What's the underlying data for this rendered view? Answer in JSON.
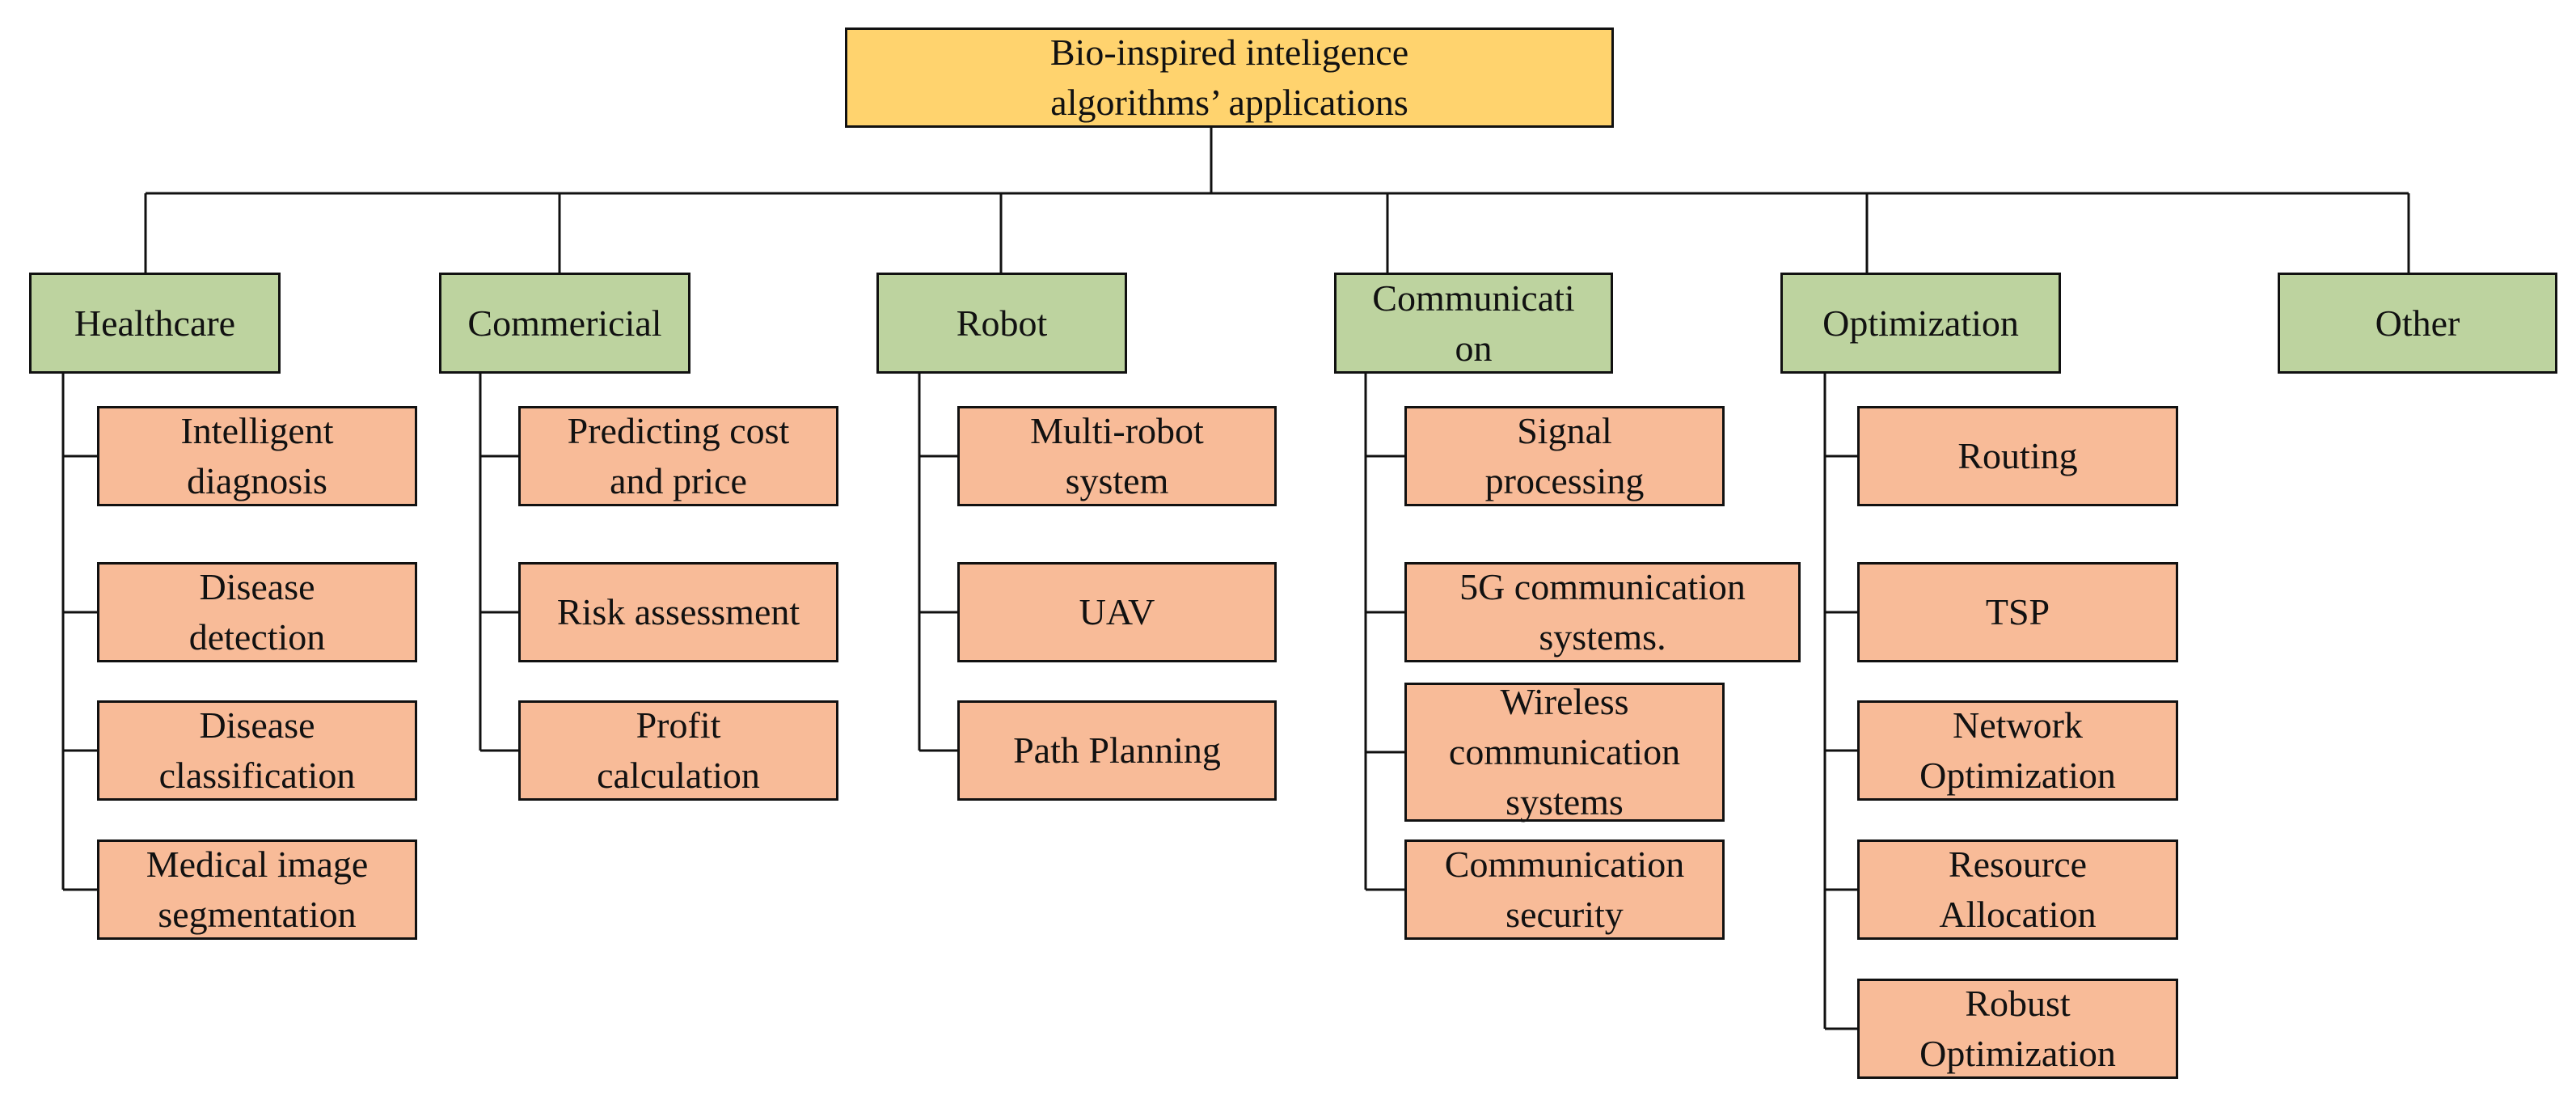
{
  "root": "Bio-inspired inteligence\nalgorithms’ applications",
  "colors": {
    "root": "#FFD36E",
    "category": "#BDD39F",
    "leaf": "#F8BB98",
    "line": "#111111"
  },
  "categories": [
    {
      "label": "Healthcare",
      "children": [
        "Intelligent\ndiagnosis",
        "Disease\ndetection",
        "Disease\nclassification",
        "Medical image\nsegmentation"
      ]
    },
    {
      "label": "Commericial",
      "children": [
        "Predicting cost\nand price",
        "Risk assessment",
        "Profit\ncalculation"
      ]
    },
    {
      "label": "Robot",
      "children": [
        "Multi-robot\nsystem",
        "UAV",
        "Path Planning"
      ]
    },
    {
      "label": "Communicati\non",
      "children": [
        "Signal\nprocessing",
        "5G communication\nsystems.",
        "Wireless\ncommunication\nsystems",
        "Communication\nsecurity"
      ]
    },
    {
      "label": "Optimization",
      "children": [
        "Routing",
        "TSP",
        "Network\nOptimization",
        "Resource\nAllocation",
        "Robust\nOptimization"
      ]
    },
    {
      "label": "Other",
      "children": []
    }
  ]
}
